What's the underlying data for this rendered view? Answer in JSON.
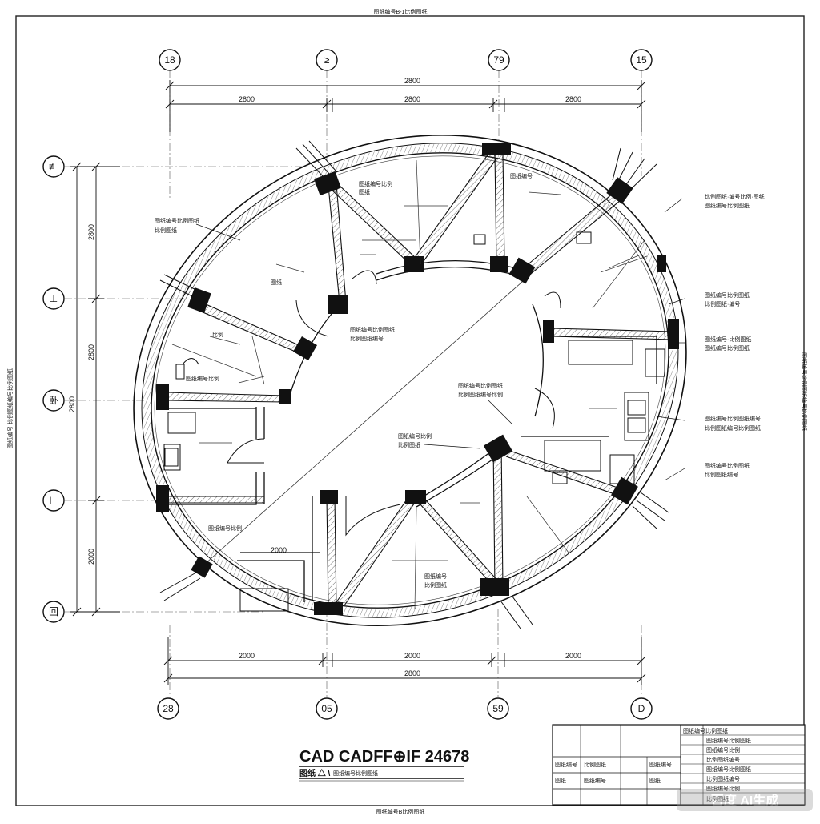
{
  "sheet": {
    "top_note": "图纸编号B-1比例图纸",
    "bottom_note": "图纸编号B比例图纸",
    "left_note": "图纸编号 比例图纸编号比例图纸",
    "right_note": "图纸编号比例图纸编号比例图纸",
    "watermark": "百度 AI生成"
  },
  "grid": {
    "top": [
      "18",
      "≥",
      "79",
      "15"
    ],
    "bottom": [
      "28",
      "05",
      "59",
      "D"
    ],
    "left": [
      "≢",
      "⊥",
      "卧",
      "⊢",
      "回"
    ]
  },
  "dims": {
    "top_overall": "2800",
    "top_segments": [
      "2800",
      "2800",
      "2800"
    ],
    "bottom_segments": [
      "2000",
      "2000",
      "2000"
    ],
    "bottom_overall": "2800",
    "left_segments": [
      "2800",
      "2800",
      "2000"
    ],
    "left_overall": "2800",
    "plan_small": "2000"
  },
  "notes": {
    "tl1": "图纸编号比例图纸",
    "tl2": "比例图纸",
    "tc1": "图纸编号比例",
    "tc2": "图纸",
    "tr1": "图纸编号",
    "r1a": "比例图纸·编号比例·图纸",
    "r1b": "图纸编号比例图纸",
    "r2a": "图纸编号比例图纸",
    "r2b": "比例图纸·编号",
    "r3a": "图纸编号·比例图纸",
    "r3b": "图纸编号比例图纸",
    "r4a": "图纸编号比例图纸编号",
    "r4b": "比例图纸编号比例图纸",
    "r5a": "图纸编号比例图纸",
    "r5b": "比例图纸编号",
    "c1": "图纸编号比例图纸",
    "c2": "比例图纸编号",
    "c3": "图纸编号比例图纸",
    "c4": "比例图纸编号比例",
    "m1": "图纸编号比例",
    "m2": "比例图纸",
    "l1": "图纸",
    "l2": "比例",
    "bl1": "图纸编号比例",
    "b1": "图纸编号",
    "b2": "比例图纸",
    "b3": "图纸编号比例"
  },
  "title": {
    "main": "CAD CADFF⊕IF 24678",
    "sub": "图纸 △ \\",
    "sub2": "图纸编号比例图纸"
  },
  "title_block": {
    "rows": [
      [
        "",
        "",
        "",
        "图纸编号比例图纸"
      ],
      [
        "",
        "",
        "",
        "图纸编号比例图纸"
      ],
      [
        "",
        "",
        "",
        "图纸编号比例"
      ],
      [
        "",
        "",
        "",
        "比例图纸编号"
      ],
      [
        "图纸编号",
        "比例图纸",
        "图纸编号",
        "图纸编号比例图纸"
      ],
      [
        "",
        "",
        "",
        "比例图纸编号"
      ],
      [
        "图纸",
        "图纸编号",
        "图纸",
        "图纸编号比例"
      ],
      [
        "",
        "",
        "",
        "比例图纸"
      ]
    ]
  }
}
